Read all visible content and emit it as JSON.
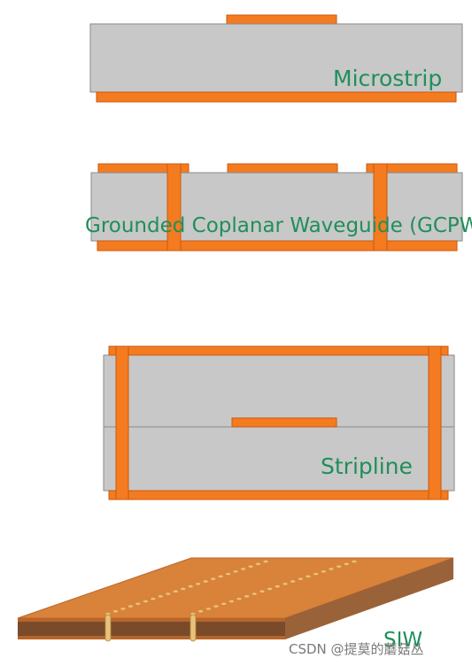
{
  "colors": {
    "dielectric": "#c8c8c8",
    "dielectric_stroke": "#8a8a8a",
    "copper": "#f47b20",
    "copper_stroke": "#c85a10",
    "label": "#1f8f5a",
    "siw_top": "#d9823a",
    "siw_top_dark": "#b8652a",
    "siw_side": "#7a4b2a",
    "siw_side_light": "#9a6238",
    "via": "#e8c27a"
  },
  "labels": {
    "microstrip": "Microstrip",
    "gcpw": "Grounded Coplanar Waveguide (GCPW)",
    "stripline": "Stripline",
    "siw": "SIW"
  },
  "watermark": "CSDN @提莫的蘑菇丛"
}
